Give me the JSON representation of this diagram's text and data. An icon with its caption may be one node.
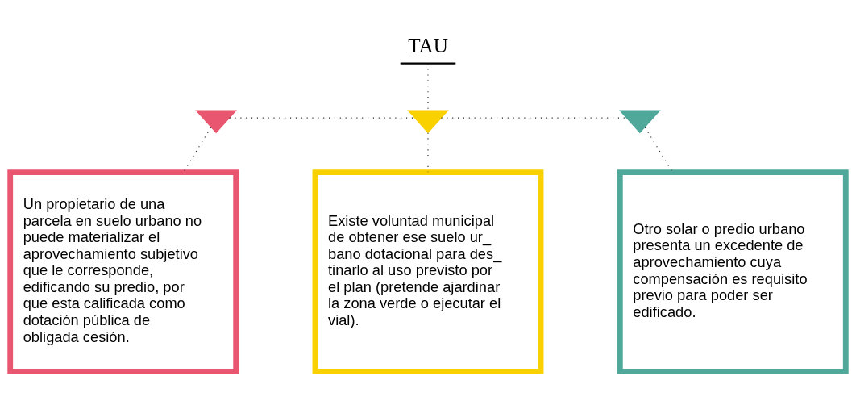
{
  "diagram": {
    "nodes": [
      {
        "text": [
          "TAU"
        ]
      },
      {
        "text": [],
        "shape": "triangle"
      },
      {
        "text": [],
        "shape": "triangle"
      },
      {
        "text": [],
        "shape": "triangle"
      },
      {
        "text": [
          "Un propietario de una parcela en suelo urbano no puede materializar el aprovechamiento subjetivo que le corresponde, edificando su predio, por que esta calificada como dotación pública de obligada cesión."
        ]
      },
      {
        "text": [
          "Existe voluntad municipal de obtener ese suelo ur_ bano dotacional para des_ tinarlo al uso previsto por el plan (pretende ajardinar la zona verde o ejecutar el vial)."
        ]
      },
      {
        "text": [
          "Otro solar o predio urbano presenta un excedente de aprovechamiento cuya compensación es requisito previo para poder ser edificado."
        ]
      }
    ],
    "edges": [
      {
        "from": 0,
        "to": 2,
        "arrow": "none",
        "style": "dashed"
      },
      {
        "from": 1,
        "to": 2,
        "arrow": "none",
        "style": "dashed"
      },
      {
        "from": 2,
        "to": 3,
        "arrow": "none",
        "style": "dashed"
      },
      {
        "from": 1,
        "to": 4,
        "arrow": "none",
        "style": "dashed"
      },
      {
        "from": 2,
        "to": 5,
        "arrow": "none",
        "style": "dashed"
      },
      {
        "from": 3,
        "to": 6,
        "arrow": "none",
        "style": "dashed"
      }
    ]
  }
}
